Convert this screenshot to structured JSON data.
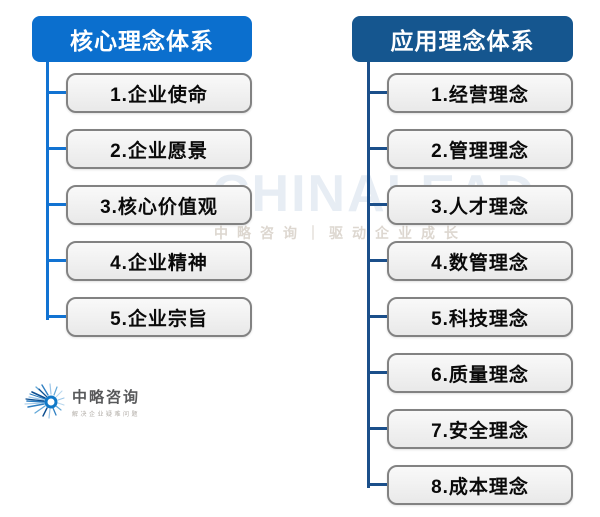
{
  "watermark": {
    "line1": "CHINALEAD",
    "line2": "中略咨询｜驱动企业成长"
  },
  "trees": [
    {
      "title": "核心理念体系",
      "accent_color": "#0b6fce",
      "connector_color": "#1273d2",
      "items": [
        "1.企业使命",
        "2.企业愿景",
        "3.核心价值观",
        "4.企业精神",
        "5.企业宗旨"
      ]
    },
    {
      "title": "应用理念体系",
      "accent_color": "#15568f",
      "connector_color": "#1b4f8a",
      "items": [
        "1.经营理念",
        "2.管理理念",
        "3.人才理念",
        "4.数管理念",
        "5.科技理念",
        "6.质量理念",
        "7.安全理念",
        "8.成本理念"
      ]
    }
  ],
  "logo": {
    "name": "中略咨询",
    "tagline": "解决企业疑难问题"
  },
  "node_style": {
    "box_fill": "#f0f0f0",
    "box_border": "#828282",
    "text_color": "#0a0a0a"
  }
}
